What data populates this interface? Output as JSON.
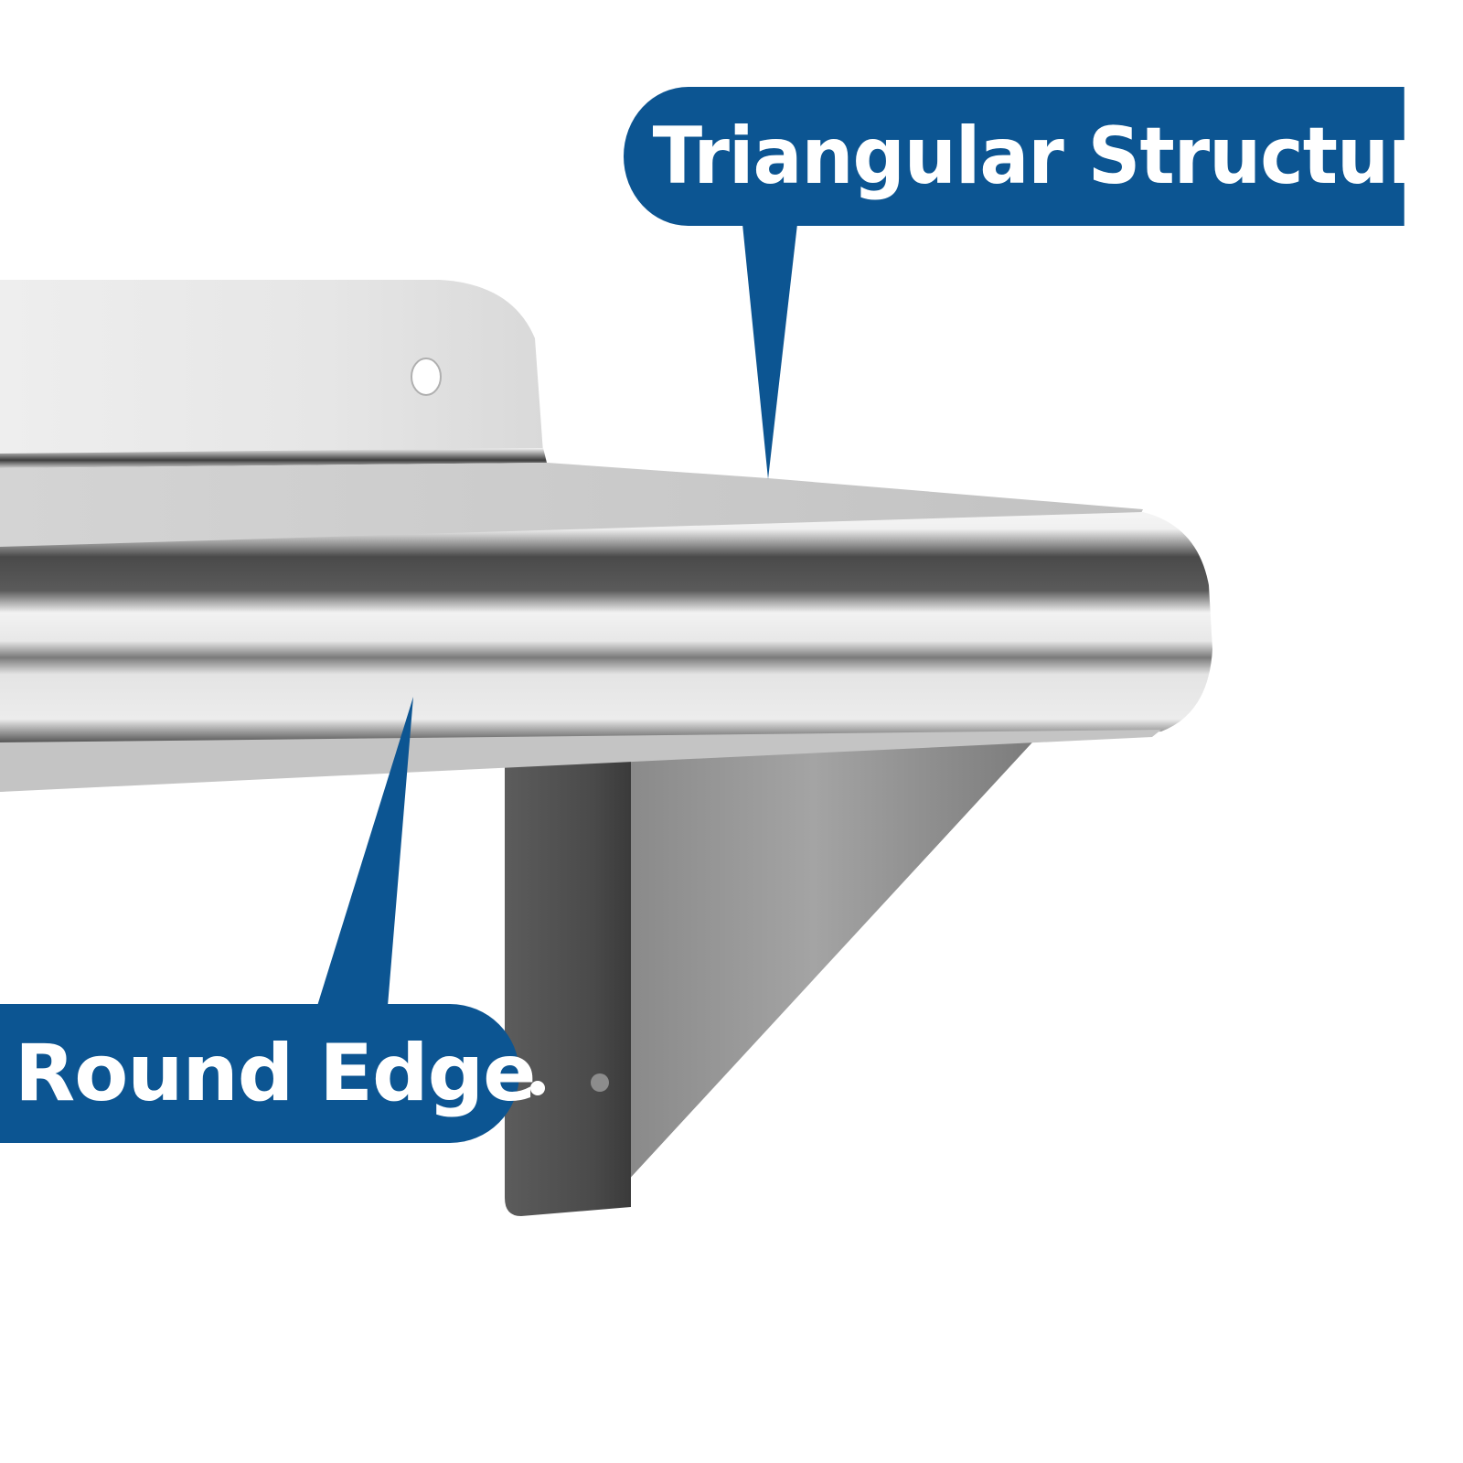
{
  "image": {
    "subject": "stainless steel wall shelf with triangular bracket",
    "background_color": "#ffffff"
  },
  "callouts": [
    {
      "id": "triangular-structure",
      "label": "Triangular Structure",
      "color": "#0c5592",
      "text_color": "#ffffff"
    },
    {
      "id": "round-edge",
      "label": "Round Edge",
      "color": "#0c5592",
      "text_color": "#ffffff"
    }
  ],
  "colors": {
    "callout_blue": "#0c5592",
    "steel_light": "#e6e6e6",
    "steel_mid": "#bfbfbf",
    "steel_dark": "#4a4a4a"
  }
}
